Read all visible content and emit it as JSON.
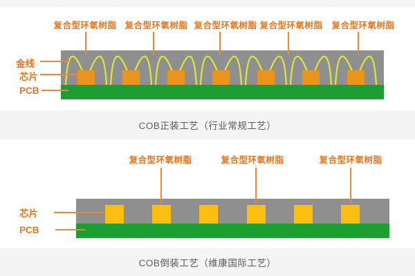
{
  "colors": {
    "background": "#ffffff",
    "strip": "#f4f4f4",
    "epoxy_gray": "#8f8f8f",
    "pcb_green": "#1c9e33",
    "chip_orange": "#e8941e",
    "chip_yellow": "#fcbe10",
    "wire_yellow": "#dce73c",
    "label_orange": "#e8761e",
    "leader_orange": "#e9873d",
    "caption_gray": "#595959"
  },
  "diagrams": [
    {
      "id": "cob-wirebond",
      "caption": "COB正装工艺（行业常规工艺）",
      "epoxy_label": "复合型环氧树脂",
      "epoxy_label_count": 5,
      "chip_count": 7,
      "has_bond_wires": true,
      "side_labels": [
        {
          "text": "金线"
        },
        {
          "text": "芯片"
        },
        {
          "text": "PCB"
        }
      ]
    },
    {
      "id": "cob-flipchip",
      "caption": "COB倒装工艺（维康国际工艺）",
      "epoxy_label": "复合型环氧树脂",
      "epoxy_label_count": 3,
      "chip_count": 6,
      "has_bond_wires": false,
      "side_labels": [
        {
          "text": "芯片"
        },
        {
          "text": "PCB"
        }
      ]
    }
  ]
}
